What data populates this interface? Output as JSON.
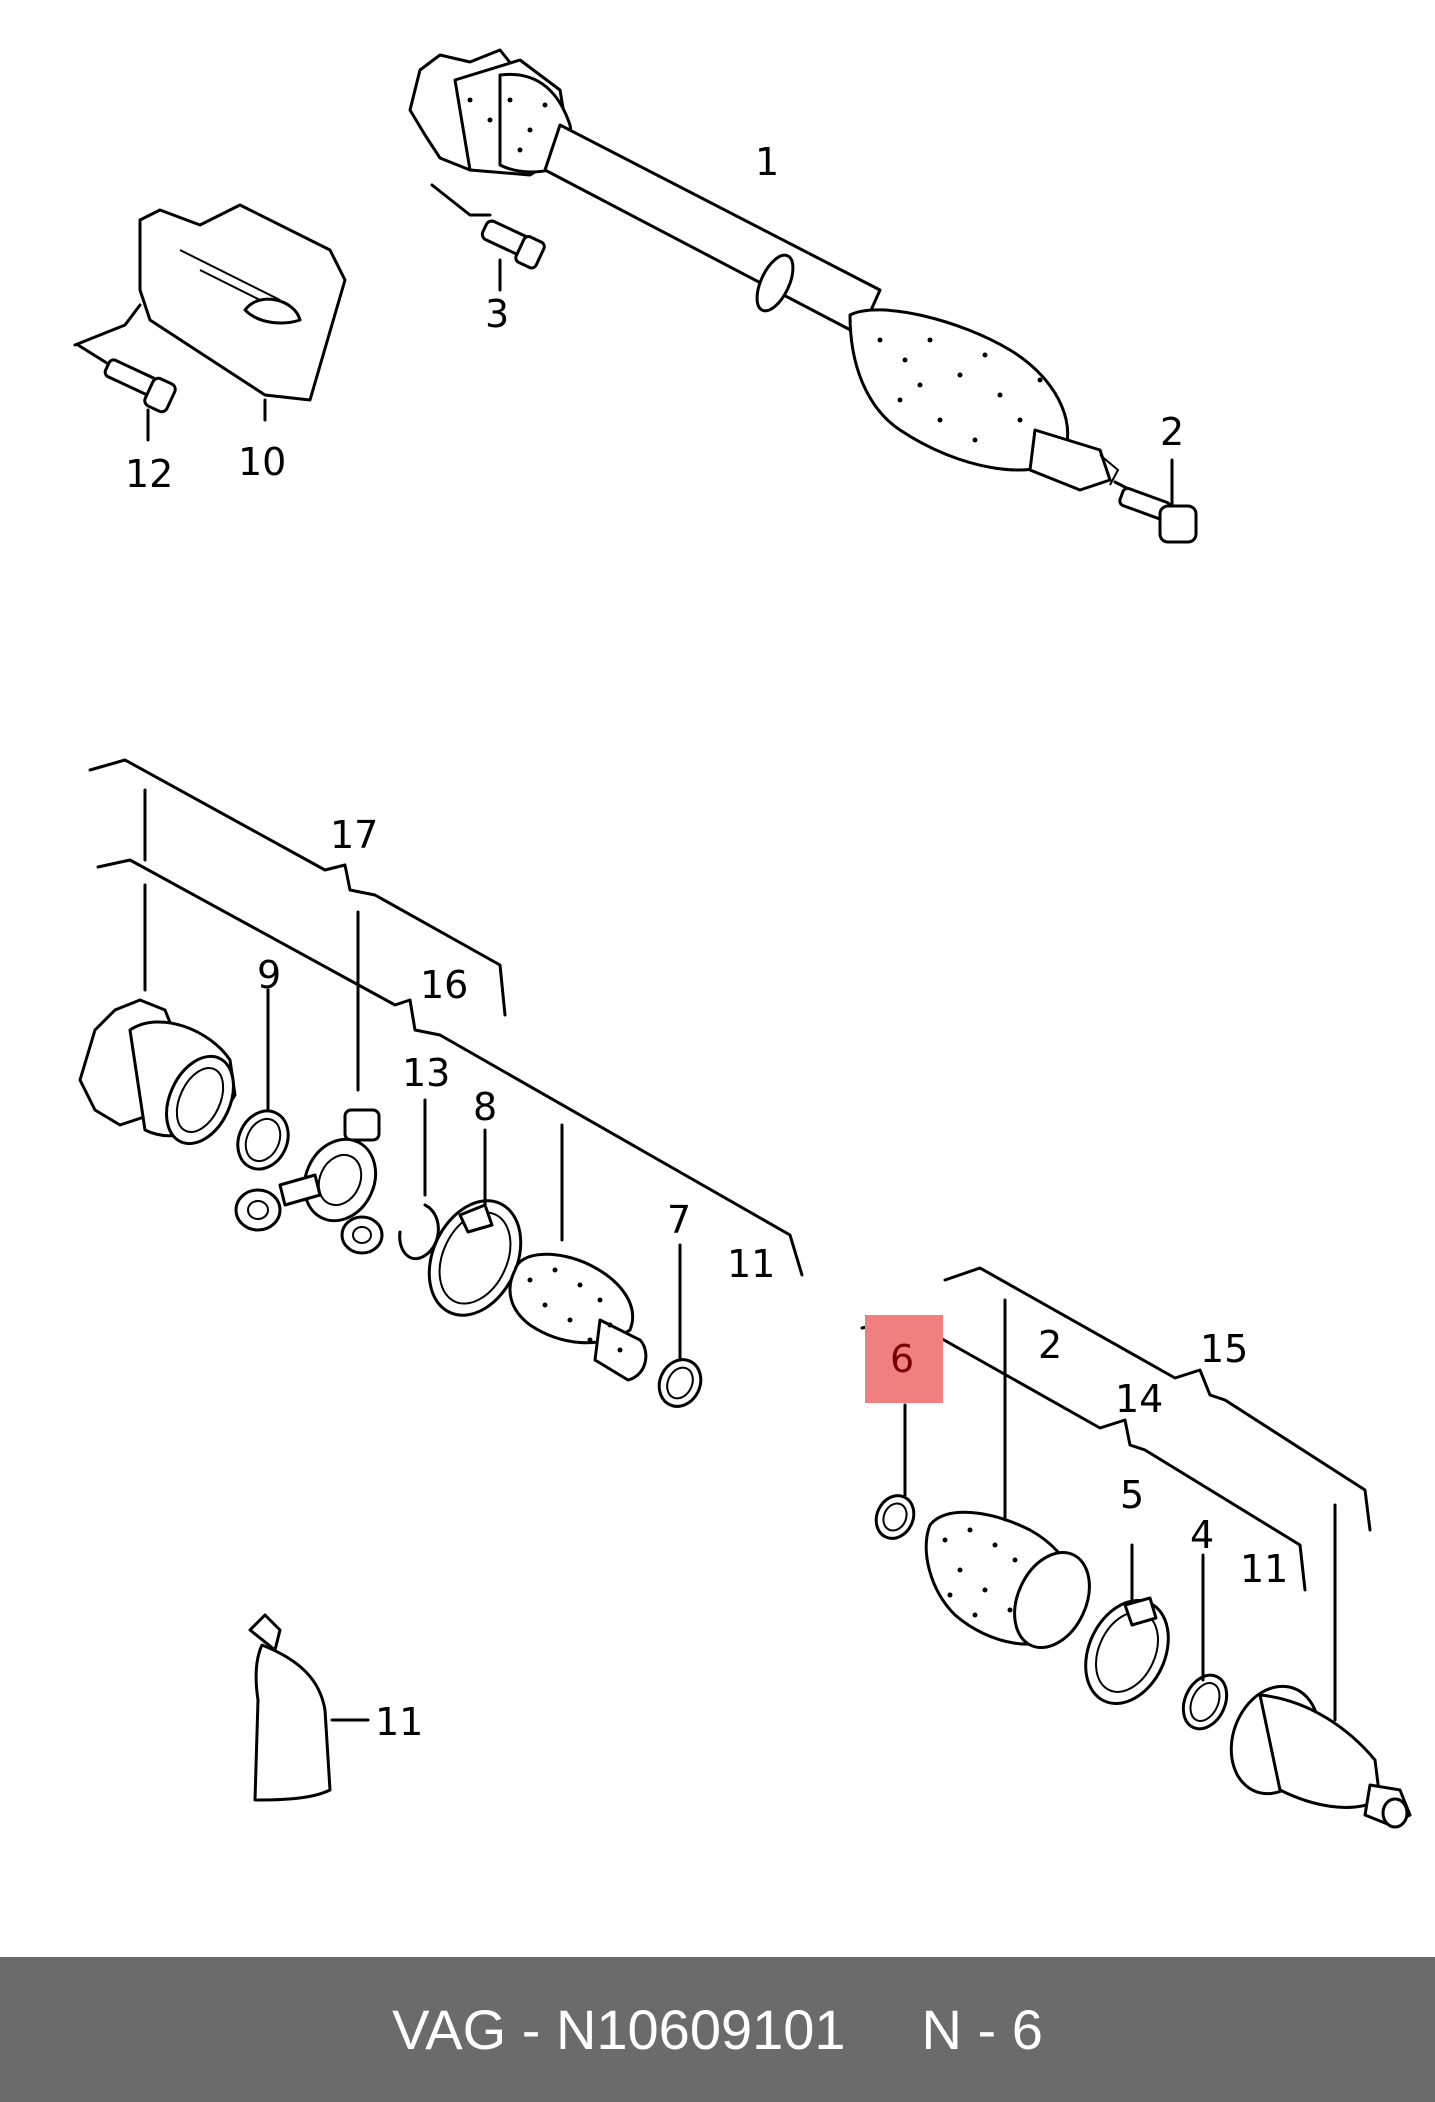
{
  "diagram": {
    "callouts": [
      {
        "id": "1",
        "text": "1"
      },
      {
        "id": "2a",
        "text": "2"
      },
      {
        "id": "3",
        "text": "3"
      },
      {
        "id": "10",
        "text": "10"
      },
      {
        "id": "12",
        "text": "12"
      },
      {
        "id": "17",
        "text": "17"
      },
      {
        "id": "16",
        "text": "16"
      },
      {
        "id": "9",
        "text": "9"
      },
      {
        "id": "13",
        "text": "13"
      },
      {
        "id": "8",
        "text": "8"
      },
      {
        "id": "7",
        "text": "7"
      },
      {
        "id": "11a",
        "text": "11"
      },
      {
        "id": "6",
        "text": "6"
      },
      {
        "id": "2b",
        "text": "2"
      },
      {
        "id": "15",
        "text": "15"
      },
      {
        "id": "14",
        "text": "14"
      },
      {
        "id": "5",
        "text": "5"
      },
      {
        "id": "4",
        "text": "4"
      },
      {
        "id": "11b",
        "text": "11"
      },
      {
        "id": "11c",
        "text": "11"
      }
    ],
    "highlight": {
      "label": "6",
      "color": "#f08080"
    }
  },
  "footer": {
    "part_code": "VAG - N10609101",
    "position_ref": "N - 6",
    "background": "#6b6b6b"
  }
}
